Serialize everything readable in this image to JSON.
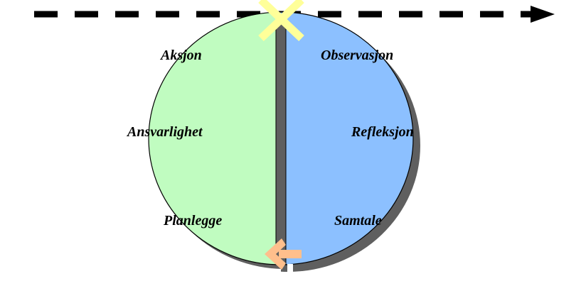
{
  "diagram": {
    "left_half": {
      "color": "#c0fcc0",
      "labels": [
        "Aksjon",
        "Ansvarlighet",
        "Planlegge"
      ]
    },
    "right_half": {
      "color": "#8cc0ff",
      "labels": [
        "Observasjon",
        "Refleksjon",
        "Samtale"
      ]
    },
    "shadow_color": "#5f5f5f",
    "outline_color": "#000000",
    "timeline_arrow": {
      "style": "dashed",
      "direction": "right",
      "color": "#000000"
    },
    "top_marker": {
      "shape": "x-cross",
      "color": "#ffff99",
      "icon": "cross-icon"
    },
    "bottom_marker": {
      "shape": "arrow-left",
      "color": "#ffbf8c",
      "icon": "arrow-left-icon"
    }
  }
}
